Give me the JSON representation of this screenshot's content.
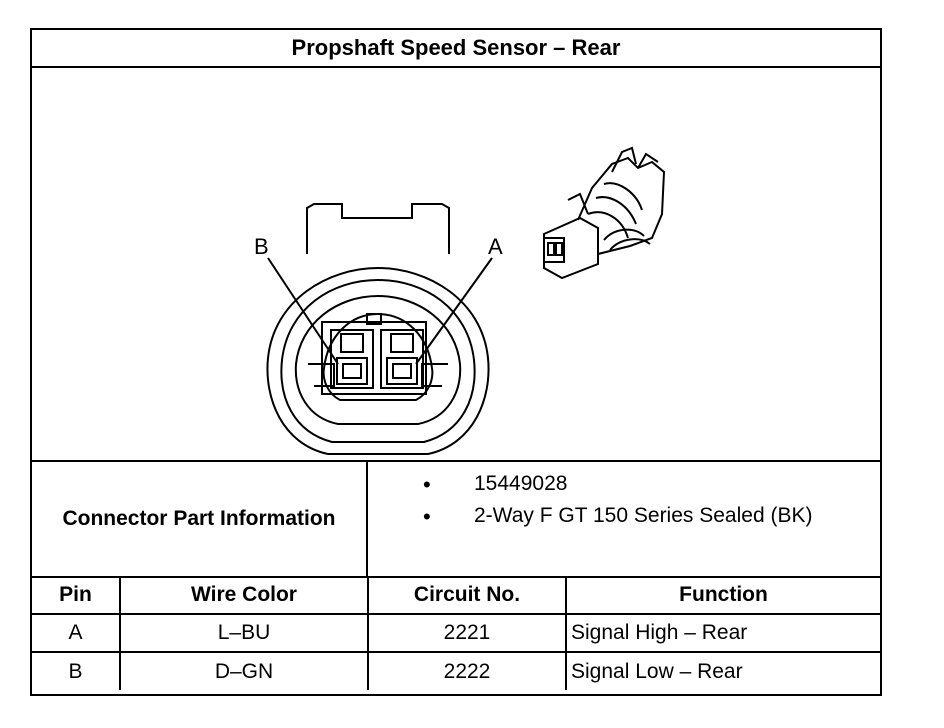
{
  "title": "Propshaft Speed Sensor – Rear",
  "diagram": {
    "pin_labels": [
      "B",
      "A"
    ]
  },
  "connector_info": {
    "label": "Connector Part Information",
    "items": [
      "15449028",
      "2-Way F GT 150 Series Sealed (BK)"
    ],
    "bullet": "•"
  },
  "pin_table": {
    "headers": [
      "Pin",
      "Wire Color",
      "Circuit No.",
      "Function"
    ],
    "rows": [
      [
        "A",
        "L–BU",
        "2221",
        "Signal High – Rear"
      ],
      [
        "B",
        "D–GN",
        "2222",
        "Signal Low – Rear"
      ]
    ]
  }
}
